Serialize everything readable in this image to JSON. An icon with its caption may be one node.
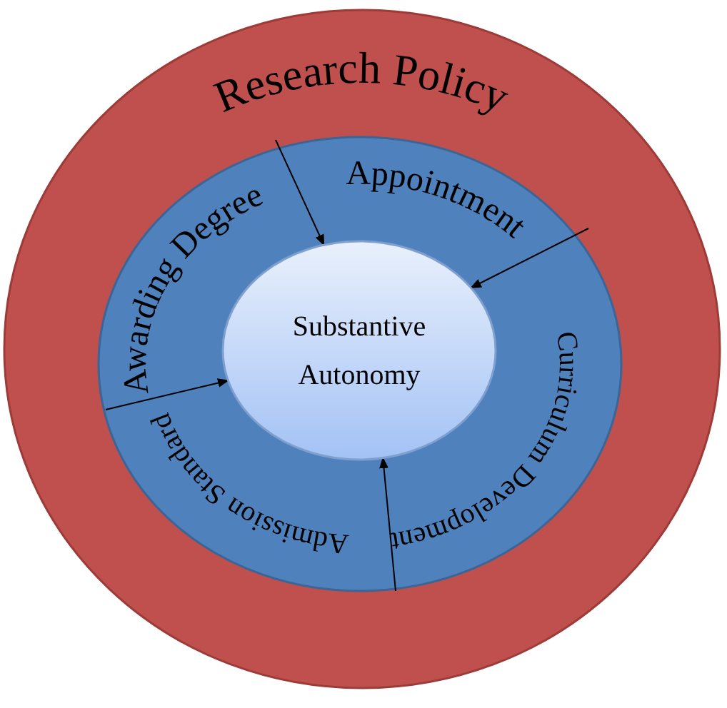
{
  "diagram": {
    "nodes": [
      {
        "text": [
          "Research Policy"
        ]
      },
      {
        "text": [],
        "shape": "circle",
        "in": 0
      },
      {
        "text": [
          "Awarding Degree"
        ],
        "in": 1
      },
      {
        "text": [
          "Appointment"
        ],
        "in": 1
      },
      {
        "text": [
          "Curriculum Development"
        ],
        "in": 1
      },
      {
        "text": [
          "Substantive Autonomy"
        ],
        "in": 1
      },
      {
        "text": [
          "Admission Standard"
        ],
        "in": 1
      }
    ],
    "edges": [
      {
        "from": null,
        "to": 5,
        "arrow": "to"
      },
      {
        "from": null,
        "to": 5,
        "arrow": "to"
      },
      {
        "from": null,
        "to": 5,
        "arrow": "to"
      },
      {
        "from": null,
        "to": 5,
        "arrow": "to"
      }
    ]
  }
}
